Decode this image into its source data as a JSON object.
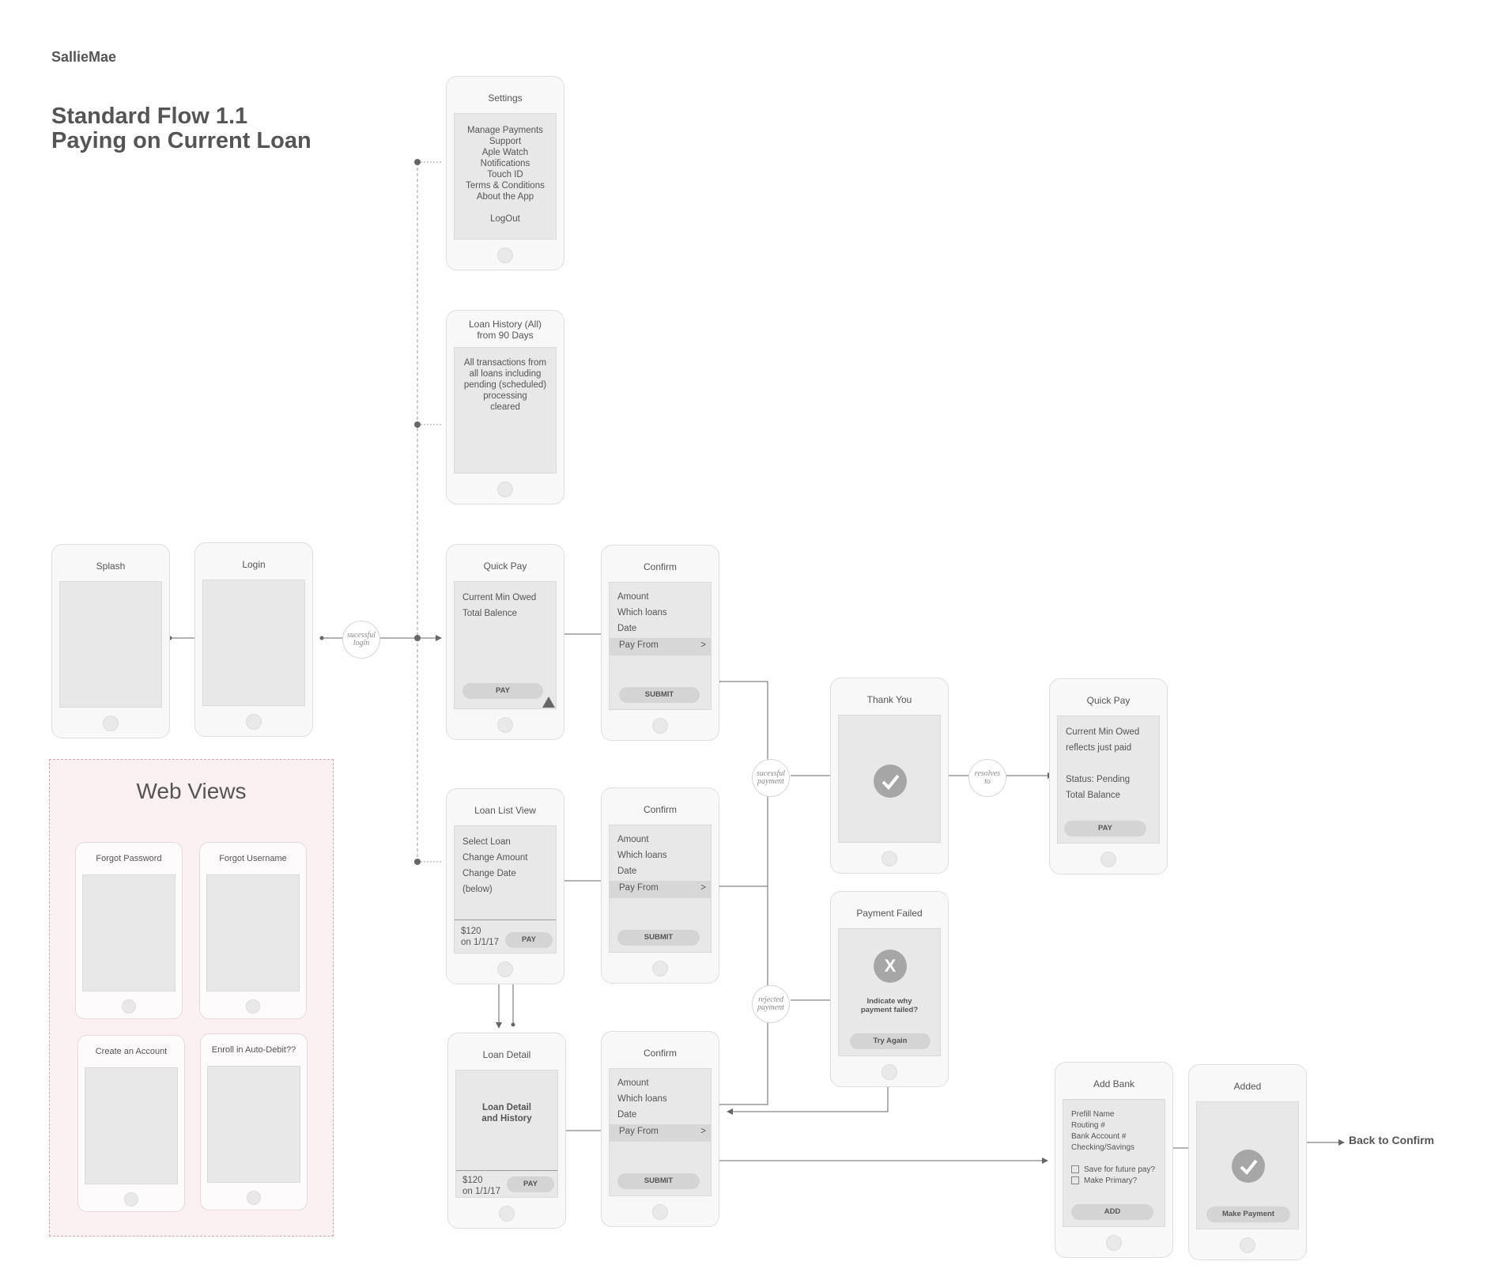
{
  "brand": "SallieMae",
  "title": {
    "line1": "Standard Flow 1.1",
    "line2": "Paying on Current Loan"
  },
  "screens": {
    "settings": {
      "title": "Settings",
      "items": [
        "Manage Payments",
        "Support",
        "Aple Watch",
        "Notifications",
        "Touch ID",
        "Terms & Conditions",
        "About the App",
        "",
        "LogOut"
      ]
    },
    "loan_history": {
      "title_line1": "Loan History (All)",
      "title_line2": "from 90 Days",
      "body": [
        "All transactions from",
        "all loans including",
        "pending (scheduled)",
        "processing",
        "cleared"
      ]
    },
    "splash": {
      "title": "Splash"
    },
    "login": {
      "title": "Login"
    },
    "quick_pay": {
      "title": "Quick Pay",
      "lines": [
        "Current Min Owed",
        "Total Balence"
      ],
      "pay": "PAY"
    },
    "confirm_1": {
      "title": "Confirm",
      "lines": [
        "Amount",
        "Which loans",
        "Date"
      ],
      "pay_from": "Pay From",
      "chevron": ">",
      "submit": "SUBMIT"
    },
    "loan_list": {
      "title": "Loan List View",
      "lines": [
        "Select Loan",
        "Change Amount",
        "Change Date (below)"
      ],
      "amount": "$120",
      "date": "on 1/1/17",
      "pay": "PAY"
    },
    "confirm_2": {
      "title": "Confirm",
      "lines": [
        "Amount",
        "Which loans",
        "Date"
      ],
      "pay_from": "Pay From",
      "chevron": ">",
      "submit": "SUBMIT"
    },
    "loan_detail": {
      "title": "Loan Detail",
      "body_line1": "Loan Detail",
      "body_line2": "and History",
      "amount": "$120",
      "date": "on 1/1/17",
      "pay": "PAY"
    },
    "confirm_3": {
      "title": "Confirm",
      "lines": [
        "Amount",
        "Which loans",
        "Date"
      ],
      "pay_from": "Pay From",
      "chevron": ">",
      "submit": "SUBMIT"
    },
    "thank_you": {
      "title": "Thank You",
      "icon": "checkmark"
    },
    "quick_pay_2": {
      "title": "Quick Pay",
      "lines": [
        "Current Min Owed",
        "reflects just paid",
        "",
        "Status: Pending",
        "Total Balance"
      ],
      "pay": "PAY"
    },
    "payment_failed": {
      "title": "Payment Failed",
      "icon": "x-mark",
      "icon_glyph": "X",
      "message_line1": "Indicate why",
      "message_line2": "payment failed?",
      "try_again": "Try Again"
    },
    "add_bank": {
      "title": "Add Bank",
      "fields": [
        "Prefill Name",
        "Routing #",
        "Bank Account #",
        "Checking/Savings"
      ],
      "check1": "Save for future pay?",
      "check2": "Make Primary?",
      "add": "ADD"
    },
    "added": {
      "title": "Added",
      "icon": "checkmark",
      "button": "Make Payment"
    }
  },
  "connectors": {
    "successful_login": {
      "line1": "sucessful",
      "line2": "login"
    },
    "successful_payment": {
      "line1": "sucessful",
      "line2": "payment"
    },
    "resolves_to": {
      "line1": "resolves",
      "line2": "to"
    },
    "rejected_payment": {
      "line1": "rejected",
      "line2": "payment"
    }
  },
  "web_views": {
    "title": "Web Views",
    "screens": [
      "Forgot Password",
      "Forgot Username",
      "Create an Account",
      "Enroll in Auto-Debit??"
    ]
  },
  "back_to_confirm": "Back to Confirm",
  "colors": {
    "line": "#666666",
    "dashed_line": "#999999",
    "web_views_bg": "#fbf0f2",
    "screen_fill": "#e8e8e8"
  }
}
